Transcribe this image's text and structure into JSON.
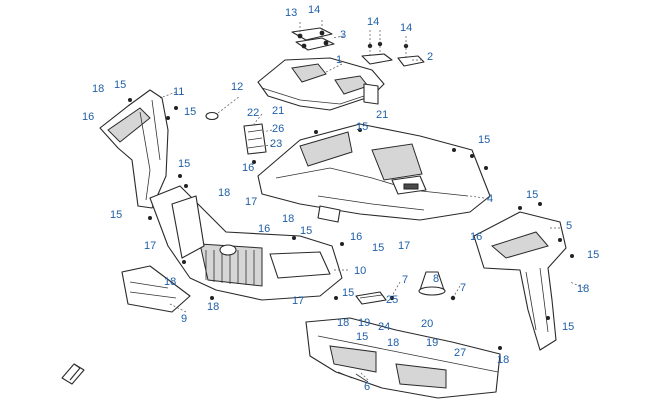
{
  "diagram": {
    "callouts": [
      {
        "id": "c13a",
        "label": "13"
      },
      {
        "id": "c14a",
        "label": "14"
      },
      {
        "id": "c3",
        "label": "3"
      },
      {
        "id": "c14b",
        "label": "14"
      },
      {
        "id": "c14c",
        "label": "14"
      },
      {
        "id": "c2",
        "label": "2"
      },
      {
        "id": "c1",
        "label": "1"
      },
      {
        "id": "c12",
        "label": "12"
      },
      {
        "id": "c18a",
        "label": "18"
      },
      {
        "id": "c15a",
        "label": "15"
      },
      {
        "id": "c11",
        "label": "11"
      },
      {
        "id": "c16a",
        "label": "16"
      },
      {
        "id": "c15b",
        "label": "15"
      },
      {
        "id": "c22",
        "label": "22"
      },
      {
        "id": "c21a",
        "label": "21"
      },
      {
        "id": "c21b",
        "label": "21"
      },
      {
        "id": "c26",
        "label": "26"
      },
      {
        "id": "c15c",
        "label": "15"
      },
      {
        "id": "c15d",
        "label": "15"
      },
      {
        "id": "c23",
        "label": "23"
      },
      {
        "id": "c16b",
        "label": "16"
      },
      {
        "id": "c15e",
        "label": "15"
      },
      {
        "id": "c18b",
        "label": "18"
      },
      {
        "id": "c17a",
        "label": "17"
      },
      {
        "id": "c4",
        "label": "4"
      },
      {
        "id": "c15f",
        "label": "15"
      },
      {
        "id": "c15g",
        "label": "15"
      },
      {
        "id": "c5",
        "label": "5"
      },
      {
        "id": "c18c",
        "label": "18"
      },
      {
        "id": "c16c",
        "label": "16"
      },
      {
        "id": "c15h",
        "label": "15"
      },
      {
        "id": "c16d",
        "label": "16"
      },
      {
        "id": "c16e",
        "label": "16"
      },
      {
        "id": "c17b",
        "label": "17"
      },
      {
        "id": "c15i",
        "label": "15"
      },
      {
        "id": "c17c",
        "label": "17"
      },
      {
        "id": "c15j",
        "label": "15"
      },
      {
        "id": "c10",
        "label": "10"
      },
      {
        "id": "c18d",
        "label": "18"
      },
      {
        "id": "c7a",
        "label": "7"
      },
      {
        "id": "c8",
        "label": "8"
      },
      {
        "id": "c7b",
        "label": "7"
      },
      {
        "id": "c15k",
        "label": "15"
      },
      {
        "id": "c18e",
        "label": "18"
      },
      {
        "id": "c15l",
        "label": "15"
      },
      {
        "id": "c25",
        "label": "25"
      },
      {
        "id": "c17d",
        "label": "17"
      },
      {
        "id": "c18f",
        "label": "18"
      },
      {
        "id": "c9",
        "label": "9"
      },
      {
        "id": "c18g",
        "label": "18"
      },
      {
        "id": "c19a",
        "label": "19"
      },
      {
        "id": "c24",
        "label": "24"
      },
      {
        "id": "c20",
        "label": "20"
      },
      {
        "id": "c15m",
        "label": "15"
      },
      {
        "id": "c18h",
        "label": "18"
      },
      {
        "id": "c19b",
        "label": "19"
      },
      {
        "id": "c27",
        "label": "27"
      },
      {
        "id": "c18i",
        "label": "18"
      },
      {
        "id": "c6",
        "label": "6"
      }
    ]
  },
  "colors": {
    "callout": "#1f5fa8",
    "outline": "#2a2a2a",
    "shade": "#d6d6d6"
  },
  "icons": {
    "orientation": "front-arrow-icon"
  }
}
